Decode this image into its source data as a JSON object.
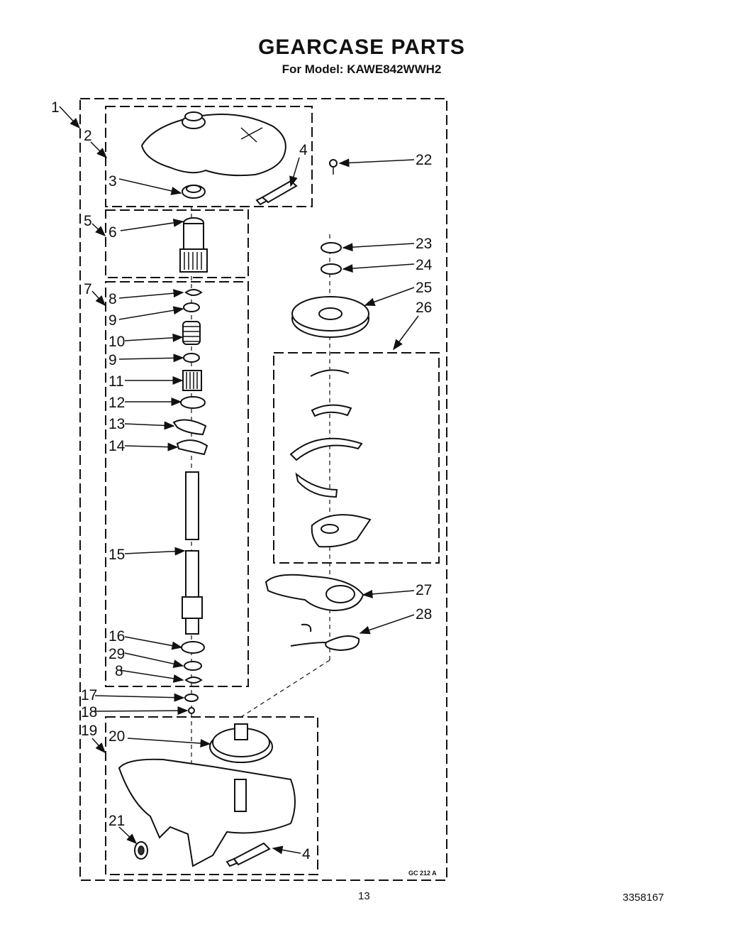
{
  "title": "GEARCASE PARTS",
  "subtitle": "For Model: KAWE842WWH2",
  "footer": {
    "page": "13",
    "doc_number": "3358167"
  },
  "diagram_code": "GC 212 A",
  "callouts": [
    "1",
    "2",
    "3",
    "4",
    "5",
    "6",
    "7",
    "8",
    "9",
    "10",
    "9",
    "11",
    "12",
    "13",
    "14",
    "15",
    "16",
    "29",
    "8",
    "17",
    "18",
    "19",
    "20",
    "21",
    "4",
    "22",
    "23",
    "24",
    "25",
    "26",
    "27",
    "28"
  ]
}
